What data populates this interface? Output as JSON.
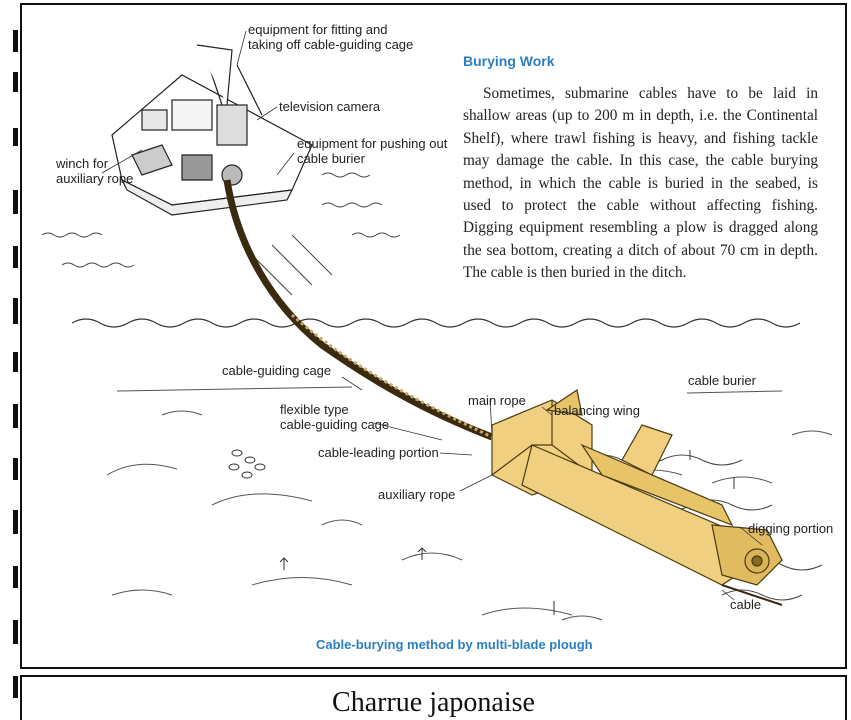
{
  "figure": {
    "section_title": "Burying Work",
    "body_text": "Sometimes, submarine cables have to be laid in shallow areas (up to 200 m in depth, i.e. the Continental Shelf), where trawl fishing is heavy, and fishing tackle may damage the cable. In this case, the cable burying method, in which the cable is buried in the seabed, is used to protect the cable without affecting fishing. Digging equipment resembling a plow is dragged along the sea bottom, creating a ditch of about 70 cm in depth. The cable is then buried in the ditch.",
    "caption": "Cable-burying method by multi-blade plough",
    "labels": {
      "fitting_cage_1": "equipment for fitting and",
      "fitting_cage_2": "taking off cable-guiding cage",
      "television_camera": "television camera",
      "pushing_out_1": "equipment for pushing out",
      "pushing_out_2": "cable burier",
      "winch_1": "winch for",
      "winch_2": "auxiliary rope",
      "cable_guiding_cage": "cable-guiding cage",
      "flexible_1": "flexible type",
      "flexible_2": "cable-guiding cage",
      "cable_leading_portion": "cable-leading portion",
      "auxiliary_rope": "auxiliary rope",
      "main_rope": "main rope",
      "balancing_wing": "balancing wing",
      "cable_burier": "cable burier",
      "digging_portion": "digging portion",
      "cable": "cable"
    }
  },
  "page_caption": "Charrue japonaise",
  "colors": {
    "caption_blue": "#2a7fc4",
    "burier_yellow": "#f0d080",
    "ink": "#222222"
  }
}
